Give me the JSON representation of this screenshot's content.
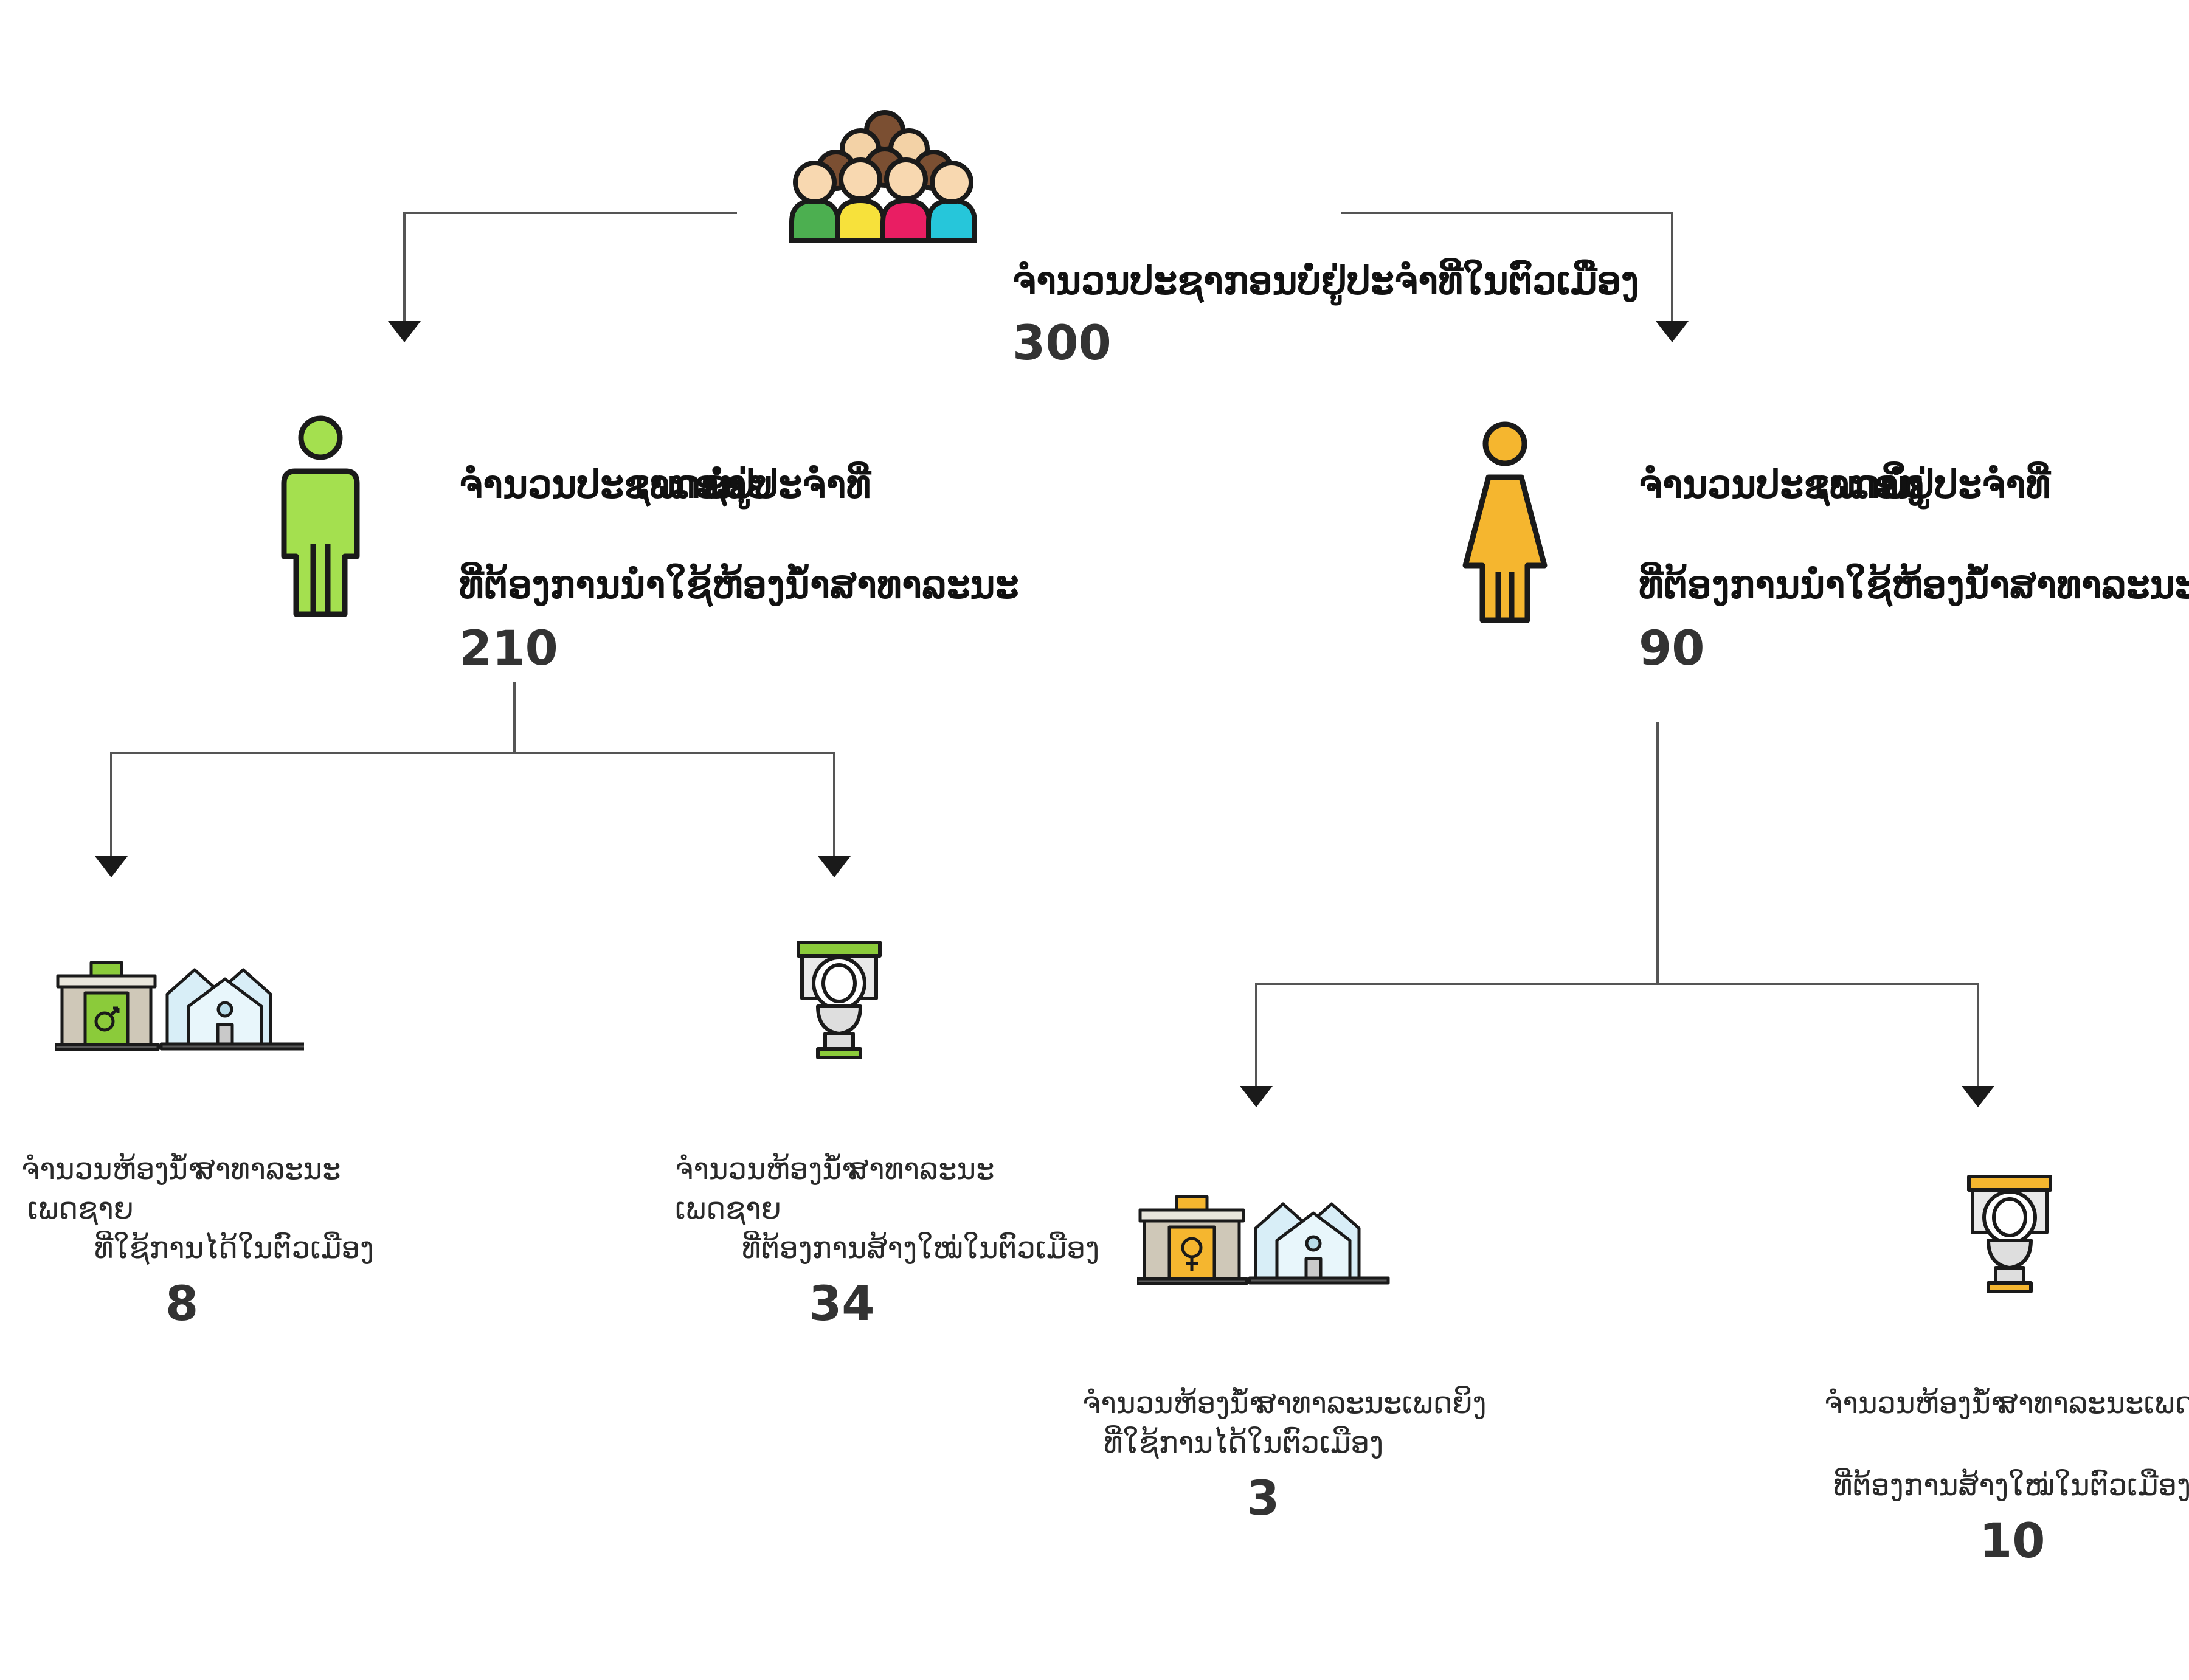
{
  "total": {
    "label": "ຈຳນວນປະຊາກອນບໍ່ຢູ່ປະຈຳທີ່ໃນຕົວເມືອງ",
    "value": "300",
    "icon": "crowd-icon"
  },
  "male": {
    "label_line1_a": "ຈຳນວນປະຊາກອນ",
    "label_line1_b": "ເພດຊາຍ",
    "label_line1_c": "ບໍ່ຢູ່ປະຈຳທີ່",
    "label_line2": "ທີ່ຕ້ອງການນຳໃຊ້ຫ້ອງນ້ຳສາທາລະນະ",
    "value": "210",
    "icon": "male-person-icon",
    "color": "#a4e04f",
    "existing": {
      "label_a": "ຈຳນວນຫ້ອງນ້ຳ",
      "label_b": "ສາທາລະນະ",
      "label_line2": "ເພດຊາຍ",
      "label_line3": "ທີ່ໃຊ້ການໄດ້ໃນຕົວເມືອງ",
      "value": "8",
      "icon": "male-public-toilet-building-icon"
    },
    "needed": {
      "label_a": "ຈຳນວນຫ້ອງນ້ຳ",
      "label_b": "ສາທາລະນະ",
      "label_line2": "ເພດຊາຍ",
      "label_line3": "ທີ່ຕ້ອງການສ້າງໃໝ່ໃນຕົວເມືອງ",
      "value": "34",
      "icon": "green-toilet-icon"
    }
  },
  "female": {
    "label_line1_a": "ຈຳນວນປະຊາກອນ",
    "label_line1_b": "ເພດຍິງ",
    "label_line1_c": "ບໍ່ຢູ່ປະຈຳທີ່",
    "label_line2": "ທີ່ຕ້ອງການນຳໃຊ້ຫ້ອງນ້ຳສາທາລະນະ",
    "value": "90",
    "icon": "female-person-icon",
    "color": "#f5b62f",
    "existing": {
      "label_a": "ຈຳນວນຫ້ອງນ້ຳ",
      "label_b": "ສາທາລະນະເພດຍິງ",
      "label_line2": "ທີ່ໃຊ້ການໄດ້ໃນຕົວເມືອງ",
      "value": "3",
      "icon": "female-public-toilet-building-icon"
    },
    "needed": {
      "label_a": "ຈຳນວນຫ້ອງນ້ຳ",
      "label_b": "ສາທາລະນະເພດຍິງ",
      "label_line2": "ທີ່ຕ້ອງການສ້າງໃໝ່ໃນຕົວເມືອງ",
      "value": "10",
      "icon": "yellow-toilet-icon"
    }
  },
  "colors": {
    "connector": "#555555",
    "crowd": [
      "#4caf50",
      "#f7e13b",
      "#e91e63",
      "#26c6da"
    ]
  }
}
